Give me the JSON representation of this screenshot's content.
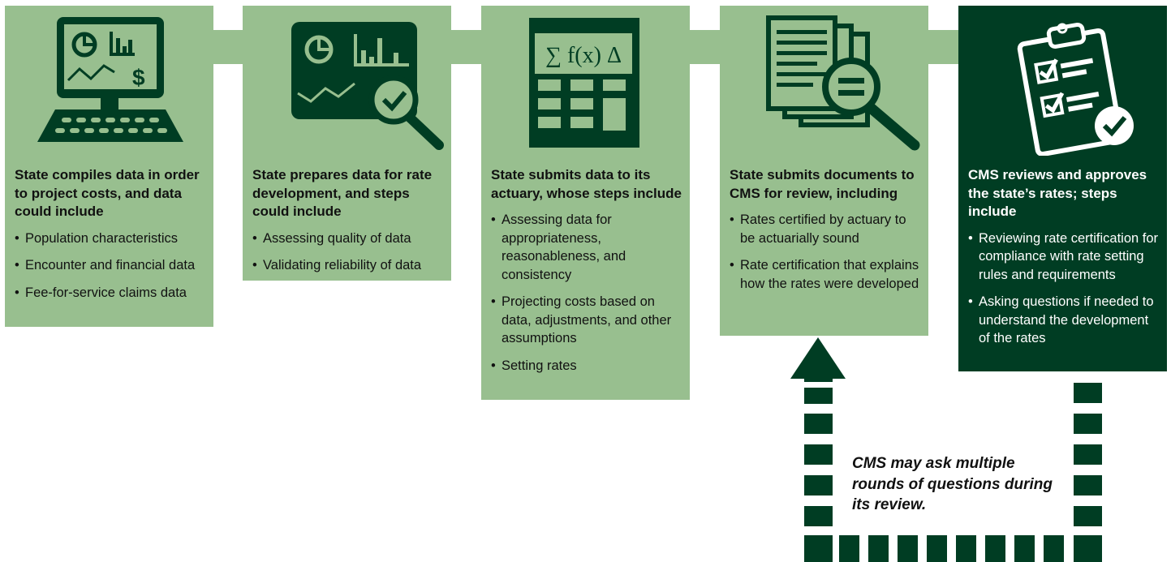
{
  "steps": [
    {
      "heading": "State compiles data in order to project costs, and data could include",
      "bullets": [
        "Population characteristics",
        "Encounter and financial data",
        "Fee-for-service claims data"
      ],
      "icon": "computer-monitor-charts-dollar-icon"
    },
    {
      "heading": "State prepares data for rate development, and steps could include",
      "bullets": [
        "Assessing quality of data",
        "Validating reliability of data"
      ],
      "icon": "charts-magnifier-check-icon"
    },
    {
      "heading": "State submits data to its actuary, whose steps include",
      "bullets": [
        "Assessing data for appropriateness, reasonableness, and consistency",
        "Projecting costs based on data, adjustments, and other assumptions",
        "Setting rates"
      ],
      "icon": "calculator-icon",
      "icon_symbols": "∑ f(x) Δ"
    },
    {
      "heading": "State submits documents to CMS for review, including",
      "bullets": [
        "Rates certified by actuary to be actuarially sound",
        "Rate certification that explains how the rates were developed"
      ],
      "icon": "documents-magnifier-icon"
    },
    {
      "heading": "CMS reviews and approves the state’s rates; steps include",
      "bullets": [
        "Reviewing rate certification for compliance with rate setting rules and requirements",
        "Asking questions if needed to understand the development of the rates"
      ],
      "icon": "clipboard-checklist-icon"
    }
  ],
  "loop_note": "CMS may ask multiple rounds of questions during its review.",
  "colors": {
    "light_green": "#98bf8f",
    "dark_green": "#003d23",
    "arrow": "#98bf8f",
    "icon": "#003d23"
  }
}
